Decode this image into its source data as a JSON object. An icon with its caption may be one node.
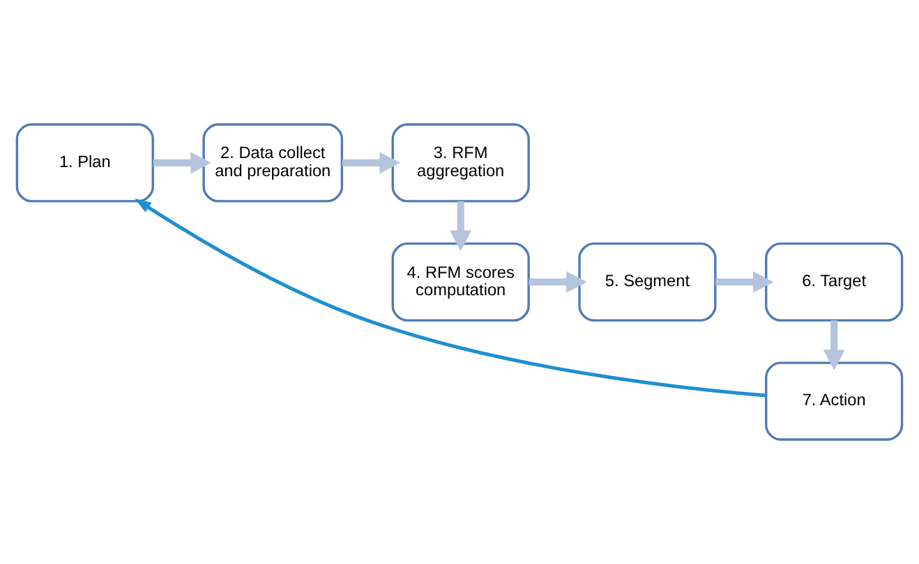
{
  "diagram": {
    "nodes": [
      {
        "text": [
          "1. Plan"
        ]
      },
      {
        "text": [
          "2. Data collect and preparation"
        ]
      },
      {
        "text": [
          "3. RFM aggregation"
        ]
      },
      {
        "text": [
          "4. RFM scores computation"
        ]
      },
      {
        "text": [
          "5. Segment"
        ]
      },
      {
        "text": [
          "6. Target"
        ]
      },
      {
        "text": [
          "7. Action"
        ]
      }
    ],
    "edges": [
      {
        "from": 0,
        "to": 1,
        "arrow": "to"
      },
      {
        "from": 1,
        "to": 2,
        "arrow": "to"
      },
      {
        "from": 2,
        "to": 3,
        "arrow": "to"
      },
      {
        "from": 3,
        "to": 4,
        "arrow": "to"
      },
      {
        "from": 4,
        "to": 5,
        "arrow": "to"
      },
      {
        "from": 5,
        "to": 6,
        "arrow": "to"
      },
      {
        "from": 6,
        "to": 0,
        "arrow": "to",
        "color": "#1e8fd0"
      }
    ]
  }
}
